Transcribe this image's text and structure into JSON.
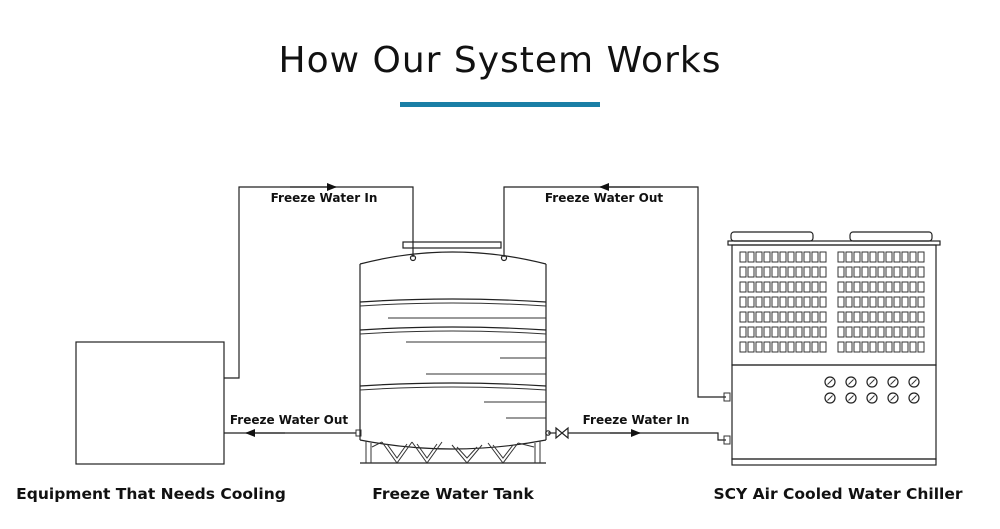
{
  "header": {
    "title": "How Our System Works",
    "accent_color": "#1a7fa6"
  },
  "diagram": {
    "flow_labels": {
      "freeze_water_in_top": "Freeze Water In",
      "freeze_water_out_top": "Freeze Water Out",
      "freeze_water_out_bottom": "Freeze Water Out",
      "freeze_water_in_bottom": "Freeze Water In"
    },
    "components": {
      "equipment": "Equipment That Needs Cooling",
      "tank": "Freeze Water Tank",
      "chiller": "SCY Air Cooled Water Chiller"
    }
  }
}
